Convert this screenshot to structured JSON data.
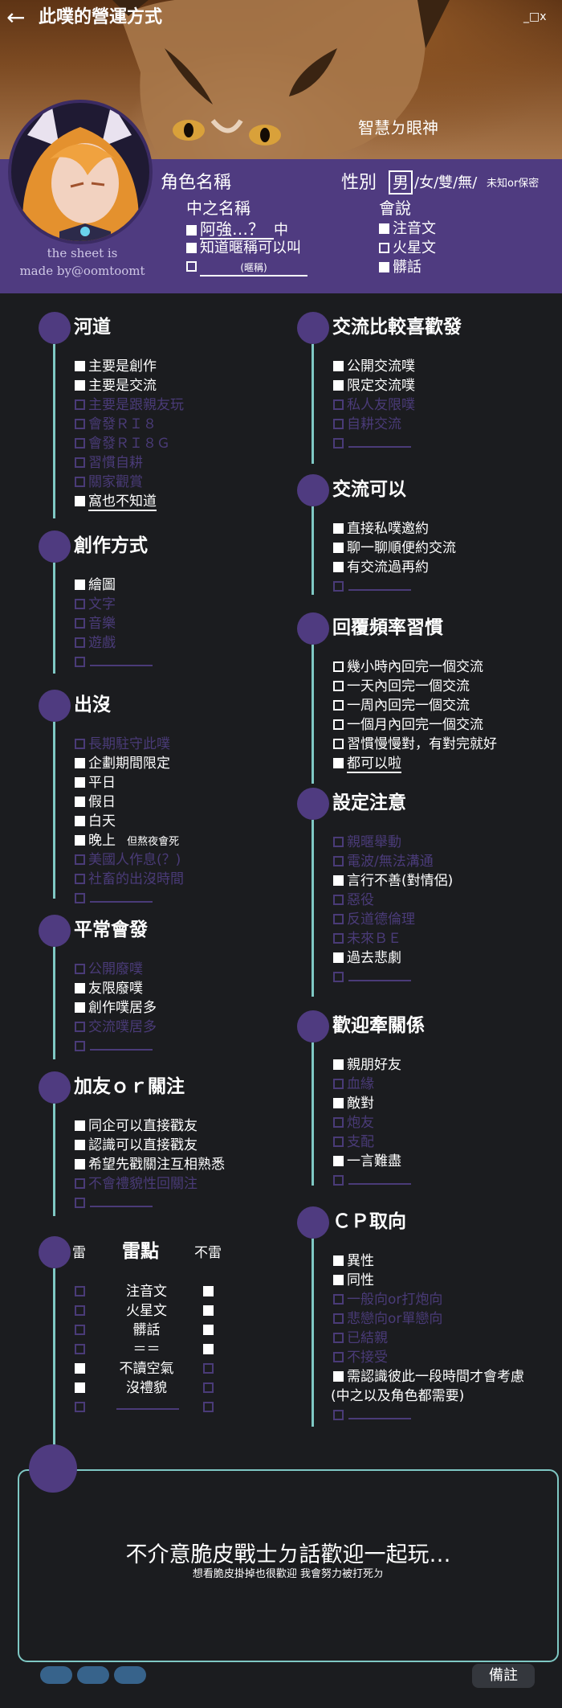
{
  "app": {
    "back_icon": "←",
    "title": "此噗的營運方式",
    "controls": "_□x"
  },
  "banner": {
    "caption": "智慧ㄉ眼神"
  },
  "profile": {
    "role_name_label": "角色名稱",
    "gender_label": "性別",
    "gender_selected": "男",
    "gender_options": "/女/雙/無/",
    "gender_extra": "未知or保密",
    "nickname_label": "中之名稱",
    "nick1_name": "阿強…？",
    "nick1_suffix": "中",
    "nick2": "知道暱稱可以叫",
    "nick3_hint": "(暱稱)",
    "speak_label": "會說",
    "speak1": "注音文",
    "speak2": "火星文",
    "speak3": "髒話",
    "credit_line1": "the sheet is",
    "credit_line2": "made by@oomtoomt"
  },
  "left": {
    "heyun": {
      "title": "河道",
      "items": [
        {
          "t": "主要是創作",
          "on": true
        },
        {
          "t": "主要是交流",
          "on": true
        },
        {
          "t": "主要是跟親友玩",
          "on": false
        },
        {
          "t": "會發ＲＩ８",
          "on": false
        },
        {
          "t": "會發ＲＩ８Ｇ",
          "on": false
        },
        {
          "t": "習慣自耕",
          "on": false
        },
        {
          "t": "關家觀賞",
          "on": false
        },
        {
          "t": "窩也不知道",
          "on": true
        }
      ]
    },
    "create": {
      "title": "創作方式",
      "items": [
        {
          "t": "繪圖",
          "on": true
        },
        {
          "t": "文字",
          "on": false
        },
        {
          "t": "音樂",
          "on": false
        },
        {
          "t": "遊戲",
          "on": false
        },
        {
          "t": "",
          "on": false
        }
      ]
    },
    "appear": {
      "title": "出沒",
      "items": [
        {
          "t": "長期駐守此噗",
          "on": false
        },
        {
          "t": "企劃期間限定",
          "on": true
        },
        {
          "t": "平日",
          "on": true
        },
        {
          "t": "假日",
          "on": true
        },
        {
          "t": "白天",
          "on": true
        },
        {
          "t": "晚上",
          "on": true
        },
        {
          "t": "美國人作息(？)",
          "on": false
        },
        {
          "t": "社畜的出沒時間",
          "on": false
        },
        {
          "t": "",
          "on": false
        }
      ],
      "note": "但熬夜會死"
    },
    "usual": {
      "title": "平常會發",
      "items": [
        {
          "t": "公開廢噗",
          "on": false
        },
        {
          "t": "友限廢噗",
          "on": true
        },
        {
          "t": "創作噗居多",
          "on": true
        },
        {
          "t": "交流噗居多",
          "on": false
        },
        {
          "t": "",
          "on": false
        }
      ]
    },
    "friend": {
      "title": "加友ｏｒ關注",
      "items": [
        {
          "t": "同企可以直接戳友",
          "on": true
        },
        {
          "t": "認識可以直接戳友",
          "on": true
        },
        {
          "t": "希望先戳關注互相熟悉",
          "on": true
        },
        {
          "t": "不會禮貌性回關注",
          "on": false
        },
        {
          "t": "",
          "on": false
        }
      ]
    },
    "landmine": {
      "left_label": "雷",
      "title": "雷點",
      "right_label": "不雷",
      "rows": [
        {
          "label": "注音文",
          "l": false,
          "r": true
        },
        {
          "label": "火星文",
          "l": false,
          "r": true
        },
        {
          "label": "髒話",
          "l": false,
          "r": true
        },
        {
          "label": "＝＝",
          "l": false,
          "r": true
        },
        {
          "label": "不讀空氣",
          "l": true,
          "r": false
        },
        {
          "label": "沒禮貌",
          "l": true,
          "r": false
        },
        {
          "label": "",
          "l": false,
          "r": false
        }
      ]
    }
  },
  "right": {
    "prefer": {
      "title": "交流比較喜歡發",
      "items": [
        {
          "t": "公開交流噗",
          "on": true
        },
        {
          "t": "限定交流噗",
          "on": true
        },
        {
          "t": "私人友限噗",
          "on": false
        },
        {
          "t": "自耕交流",
          "on": false
        },
        {
          "t": "",
          "on": false
        }
      ]
    },
    "can": {
      "title": "交流可以",
      "items": [
        {
          "t": "直接私噗邀約",
          "on": true
        },
        {
          "t": "聊一聊順便約交流",
          "on": true
        },
        {
          "t": "有交流過再約",
          "on": true
        },
        {
          "t": "",
          "on": false
        }
      ]
    },
    "reply": {
      "title": "回覆頻率習慣",
      "items": [
        {
          "t": "幾小時內回完一個交流",
          "on": false,
          "h": true
        },
        {
          "t": "一天內回完一個交流",
          "on": false,
          "h": true
        },
        {
          "t": "一周內回完一個交流",
          "on": false,
          "h": true
        },
        {
          "t": "一個月內回完一個交流",
          "on": false,
          "h": true
        },
        {
          "t": "習慣慢慢對，有對完就好",
          "on": false,
          "h": true
        },
        {
          "t": "都可以啦",
          "on": true
        }
      ]
    },
    "setting": {
      "title": "設定注意",
      "items": [
        {
          "t": "親暱舉動",
          "on": false
        },
        {
          "t": "電波/無法溝通",
          "on": false
        },
        {
          "t": "言行不善(對情侶)",
          "on": true
        },
        {
          "t": "惡役",
          "on": false
        },
        {
          "t": "反道德倫理",
          "on": false
        },
        {
          "t": "未來ＢＥ",
          "on": false
        },
        {
          "t": "過去悲劇",
          "on": true
        },
        {
          "t": "",
          "on": false
        }
      ]
    },
    "relation": {
      "title": "歡迎牽關係",
      "items": [
        {
          "t": "親朋好友",
          "on": true
        },
        {
          "t": "血緣",
          "on": false
        },
        {
          "t": "敵對",
          "on": true
        },
        {
          "t": "炮友",
          "on": false
        },
        {
          "t": "支配",
          "on": false
        },
        {
          "t": "一言難盡",
          "on": true
        },
        {
          "t": "",
          "on": false
        }
      ]
    },
    "cp": {
      "title": "ＣＰ取向",
      "items": [
        {
          "t": "異性",
          "on": true
        },
        {
          "t": "同性",
          "on": true
        },
        {
          "t": "一般向",
          "on": false,
          "tail": "or打炮向"
        },
        {
          "t": "悲戀向or單戀向",
          "on": false
        },
        {
          "t": "已結親",
          "on": false
        },
        {
          "t": "不接受",
          "on": false
        },
        {
          "t": "需認識彼此一段時間才會考慮",
          "on": true
        },
        {
          "t": "(中之以及角色都需要)",
          "on": null,
          "plain": true
        },
        {
          "t": "",
          "on": false
        }
      ]
    }
  },
  "footer": {
    "message": "不介意脆皮戰士ㄉ話歡迎一起玩…",
    "sub": "想看脆皮掛掉也很歡迎 我會努力被打死ㄉ",
    "note_button": "備註"
  },
  "colors": {
    "purple": "#4f3b80",
    "dim": "#4a3b78",
    "teal": "#7fc8c4",
    "bg": "#1b1c1f"
  }
}
